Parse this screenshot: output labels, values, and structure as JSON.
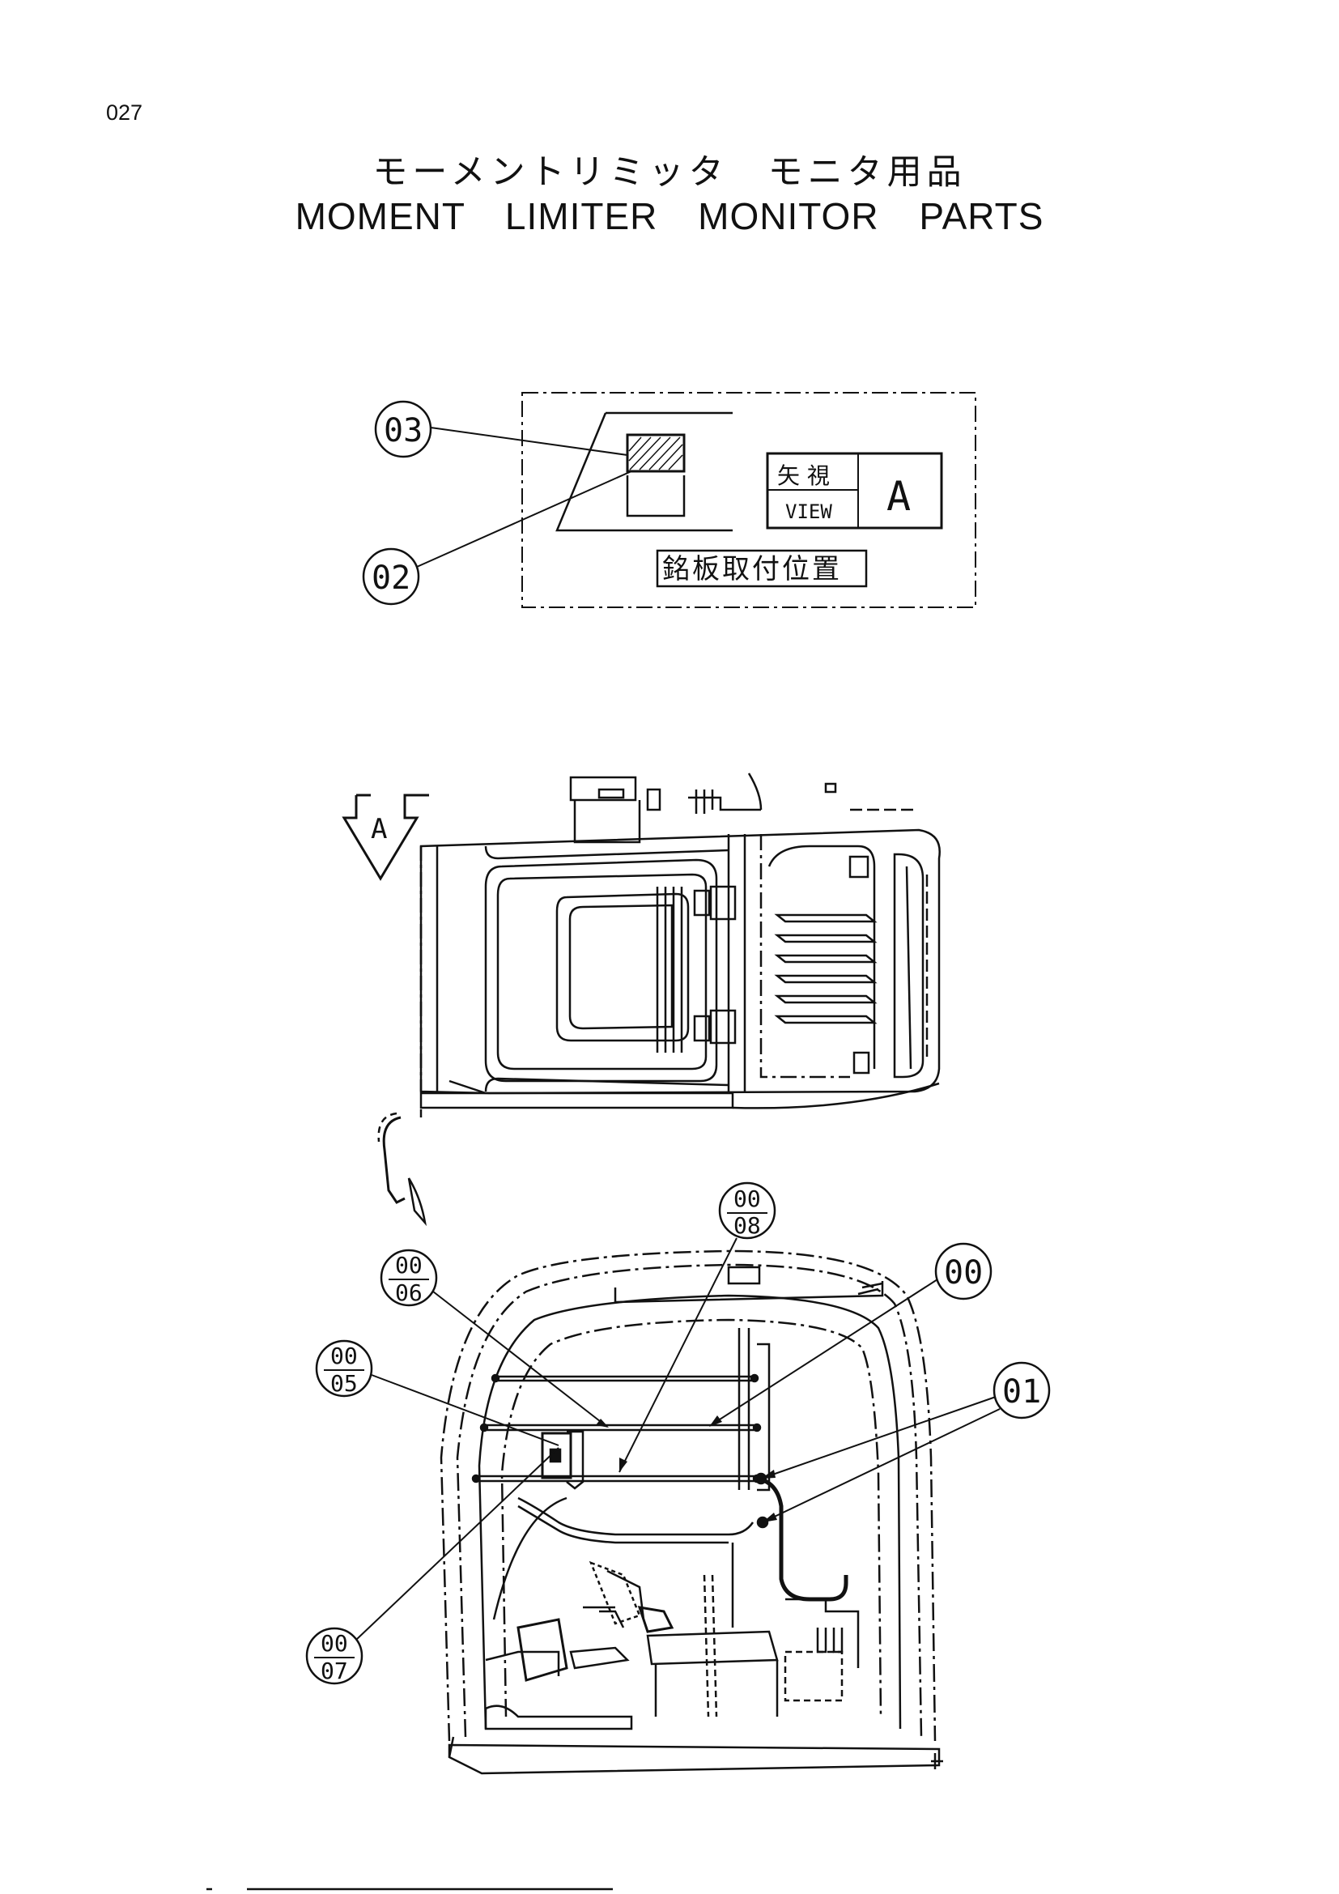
{
  "page": {
    "number": "027"
  },
  "title": {
    "jp": "モーメントリミッタ　モニタ用品",
    "en": "MOMENT LIMITER MONITOR PARTS"
  },
  "detail": {
    "view_jp": "矢 視",
    "view_en": "VIEW",
    "view_letter": "A",
    "plate_position": "銘板取付位置"
  },
  "arrow": {
    "letter": "A"
  },
  "callouts": {
    "c03": "03",
    "c02": "02",
    "c00": "00",
    "c01": "01",
    "c05_top": "00",
    "c05_bottom": "05",
    "c06_top": "00",
    "c06_bottom": "06",
    "c07_top": "00",
    "c07_bottom": "07",
    "c08_top": "00",
    "c08_bottom": "08"
  },
  "colors": {
    "ink": "#111111",
    "paper": "#ffffff"
  }
}
